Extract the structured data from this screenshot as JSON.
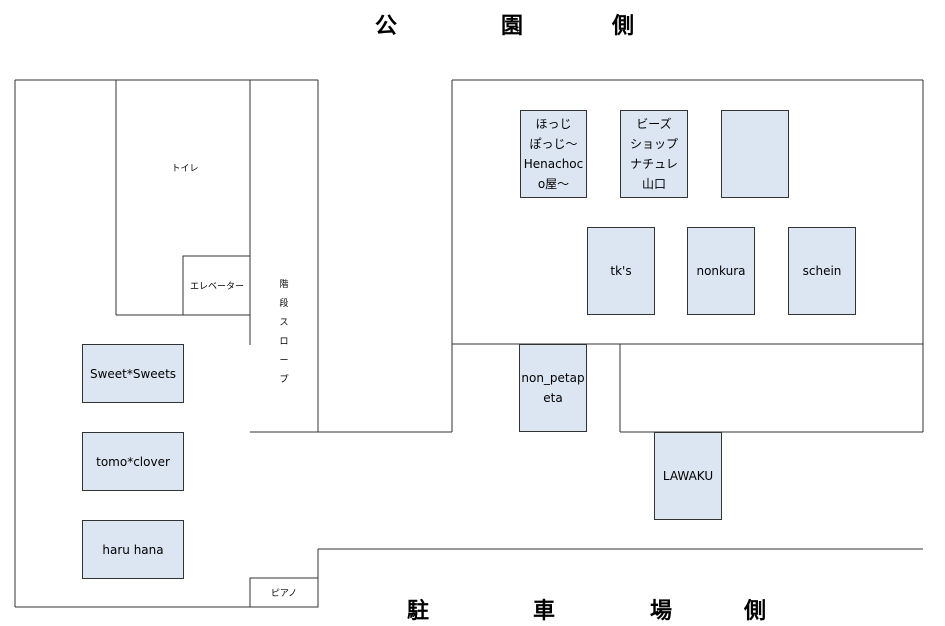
{
  "titles": {
    "top": [
      "公",
      "園",
      "側"
    ],
    "bottom": [
      "駐",
      "車",
      "場",
      "側"
    ]
  },
  "rooms": {
    "toilet": "トイレ",
    "elevator": "エレベーター",
    "stairs": "階\n段\nス\nロ\nー\nプ",
    "piano": "ピアノ"
  },
  "booths": {
    "hojji": "ほっじ\nぽっじ〜\nHenachoc\no屋〜",
    "beads": "ビーズ\nショップ\nナチュレ\n山口",
    "empty": "",
    "tks": "tk's",
    "nonkura": "nonkura",
    "schein": "schein",
    "non_petapeta": "non_petap\neta",
    "lawaku": "LAWAKU",
    "sweet": "Sweet*Sweets",
    "tomo": "tomo*clover",
    "haru": "haru hana"
  },
  "colors": {
    "booth_fill": "#dce6f2",
    "wall": "#333333"
  }
}
